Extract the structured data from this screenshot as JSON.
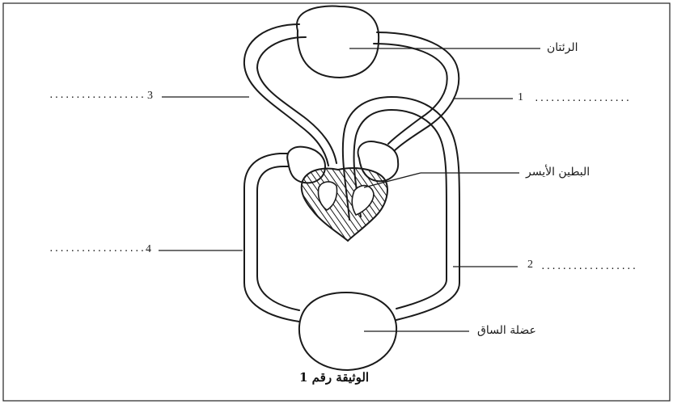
{
  "labels": {
    "lungs": "الرئتان",
    "left_ventricle": "البطين الأيسر",
    "leg_muscle": "عضلة الساق"
  },
  "blanks": {
    "n1": "1",
    "n2": "2",
    "n3": "3",
    "n4": "4",
    "dots_1": "..................",
    "dots_2": "..................",
    "dots_3": "..................",
    "dots_4": ".................."
  },
  "caption": "الوثيقة رقم 1",
  "colors": {
    "line": "#1a1a1a",
    "frame": "#222222",
    "background": "#ffffff"
  }
}
